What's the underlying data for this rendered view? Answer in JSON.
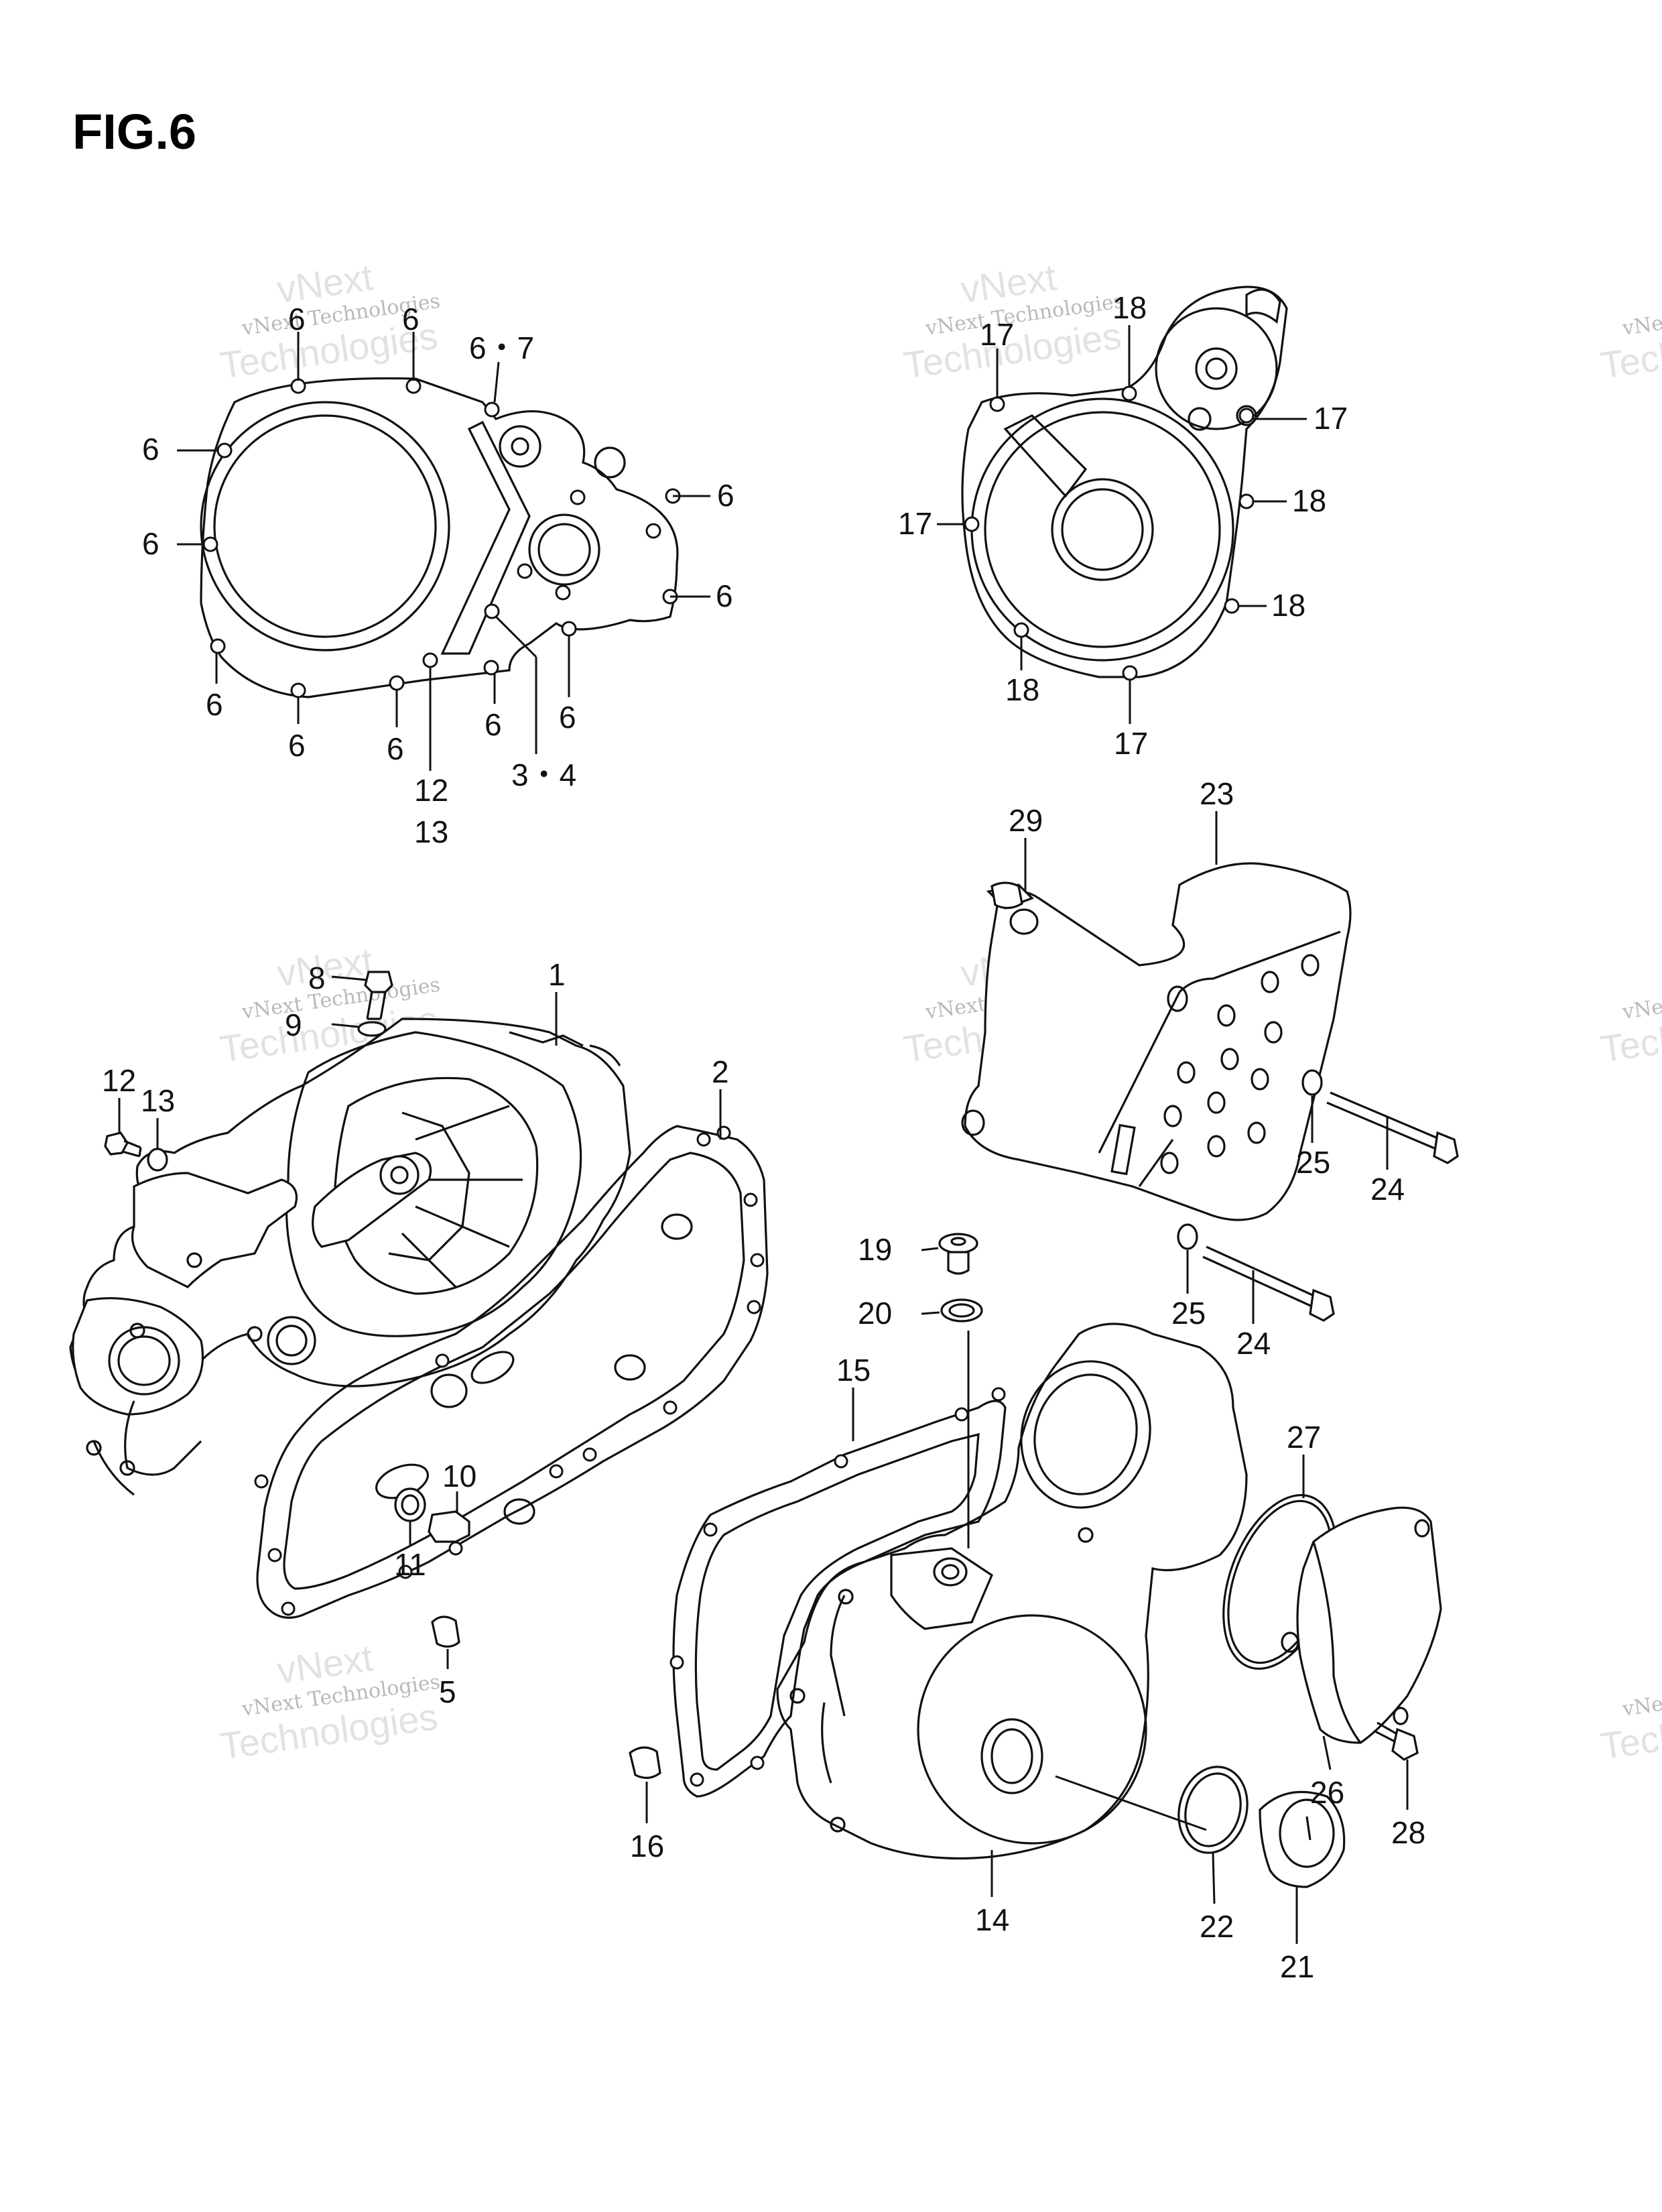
{
  "figure_title": "FIG.6",
  "watermark": {
    "line1": "vNext Technologies",
    "line2": "vNext",
    "line3": "Technologies"
  },
  "callouts": {
    "c6a": "6",
    "c67": "6・7",
    "c6b": "6",
    "c6c": "6",
    "c6d": "6",
    "c6e": "6",
    "c6f": "6",
    "c6g": "6",
    "c6h": "6",
    "c6i": "6",
    "c6j": "6",
    "c12a": "12",
    "c13a": "13",
    "c34": "3・4",
    "c18a": "18",
    "c17a": "17",
    "c17b": "17",
    "c18b": "18",
    "c17c": "17",
    "c18c": "18",
    "c18d": "18",
    "c17d": "17",
    "c23": "23",
    "c29": "29",
    "c25a": "25",
    "c24a": "24",
    "c25b": "25",
    "c24b": "24",
    "c1": "1",
    "c2": "2",
    "c8": "8",
    "c9": "9",
    "c12b": "12",
    "c13b": "13",
    "c10": "10",
    "c11": "11",
    "c5": "5",
    "c19": "19",
    "c20": "20",
    "c15": "15",
    "c16": "16",
    "c14": "14",
    "c27": "27",
    "c26": "26",
    "c28": "28",
    "c22": "22",
    "c21": "21"
  }
}
